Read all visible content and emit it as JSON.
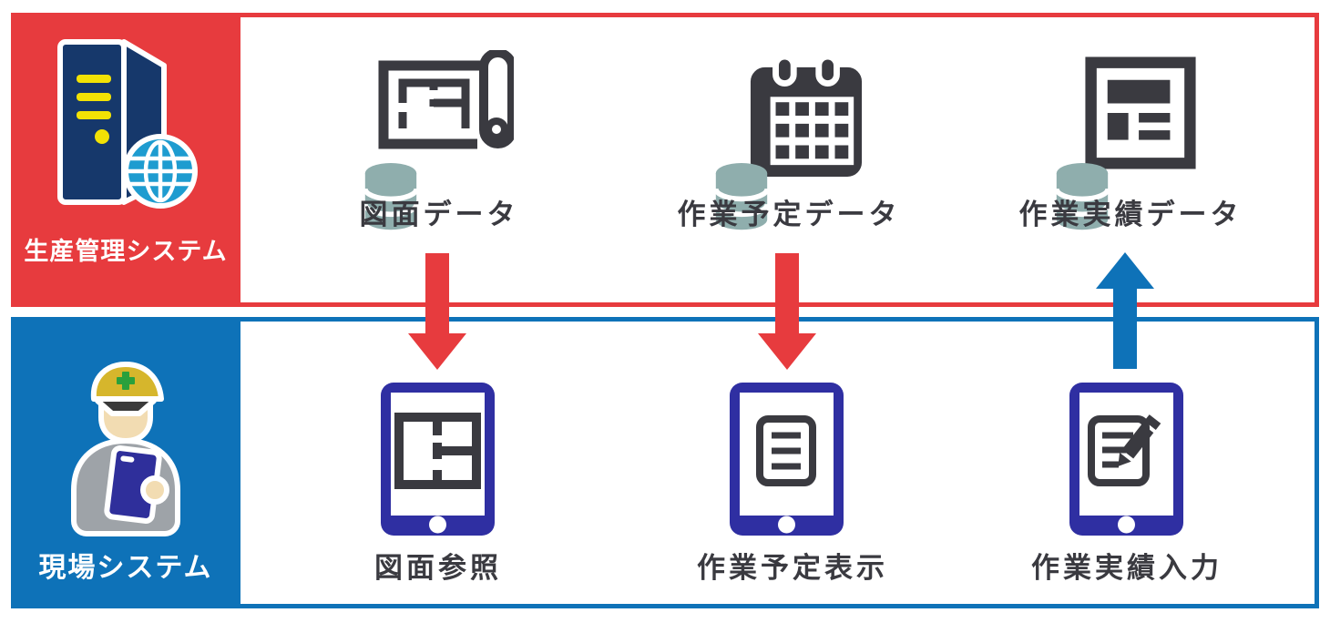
{
  "top_system": {
    "label": "生産管理システム",
    "icon": "server-globe-icon",
    "accent_color": "#E73B3E",
    "items": [
      {
        "label": "図面データ",
        "icon": "blueprint-database-icon"
      },
      {
        "label": "作業予定データ",
        "icon": "calendar-database-icon"
      },
      {
        "label": "作業実績データ",
        "icon": "report-database-icon"
      }
    ]
  },
  "bottom_system": {
    "label": "現場システム",
    "icon": "field-worker-icon",
    "accent_color": "#0E72B8",
    "items": [
      {
        "label": "図面参照",
        "icon": "tablet-floorplan-icon"
      },
      {
        "label": "作業予定表示",
        "icon": "tablet-document-icon"
      },
      {
        "label": "作業実績入力",
        "icon": "tablet-edit-icon"
      }
    ]
  },
  "arrows": [
    {
      "from": "図面データ",
      "to": "図面参照",
      "direction": "down",
      "color": "#E73B3E"
    },
    {
      "from": "作業予定データ",
      "to": "作業予定表示",
      "direction": "down",
      "color": "#E73B3E"
    },
    {
      "from": "作業実績入力",
      "to": "作業実績データ",
      "direction": "up",
      "color": "#0E72B8"
    }
  ],
  "colors": {
    "production_red": "#E73B3E",
    "field_blue": "#0E72B8",
    "icon_dark": "#3A3A40",
    "database_teal": "#8FAEAD",
    "tablet_indigo": "#2F2FA2",
    "server_navy": "#16386B",
    "globe_blue": "#1E9CD0",
    "helmet_yellow": "#D6B62C",
    "cross_green": "#2AA03C"
  }
}
